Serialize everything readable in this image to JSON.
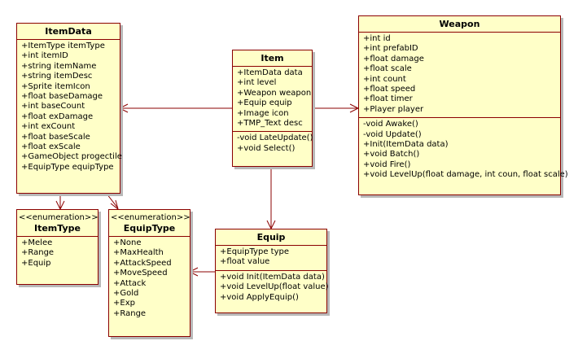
{
  "classes": {
    "itemdata": {
      "name": "ItemData",
      "attributes": [
        "+ItemType itemType",
        "+int itemID",
        "+string itemName",
        "+string itemDesc",
        "+Sprite itemIcon",
        "+float baseDamage",
        "+int baseCount",
        "+float exDamage",
        "+int exCount",
        "+float baseScale",
        "+float exScale",
        "+GameObject progectile",
        "+EquipType equipType"
      ]
    },
    "item": {
      "name": "Item",
      "attributes": [
        "+ItemData data",
        "+int level",
        "+Weapon weapon",
        "+Equip equip",
        "+Image icon",
        "+TMP_Text desc"
      ],
      "operations": [
        "-void LateUpdate()",
        "+void Select()"
      ]
    },
    "weapon": {
      "name": "Weapon",
      "attributes": [
        "+int id",
        "+int prefabID",
        "+float damage",
        "+float scale",
        "+int count",
        "+float speed",
        "+float timer",
        "+Player player"
      ],
      "operations": [
        "-void Awake()",
        "-void Update()",
        "+Init(ItemData data)",
        "+void Batch()",
        "+void Fire()",
        "+void LevelUp(float damage, int coun, float scale)"
      ]
    },
    "itemtype": {
      "stereotype": "<<enumeration>>",
      "name": "ItemType",
      "literals": [
        "+Melee",
        "+Range",
        "+Equip"
      ]
    },
    "equiptype": {
      "stereotype": "<<enumeration>>",
      "name": "EquipType",
      "literals": [
        "+None",
        "+MaxHealth",
        "+AttackSpeed",
        "+MoveSpeed",
        "+Attack",
        "+Gold",
        "+Exp",
        "+Range"
      ]
    },
    "equip": {
      "name": "Equip",
      "attributes": [
        "+EquipType type",
        "+float value"
      ],
      "operations": [
        "+void Init(ItemData data)",
        "+void LevelUp(float value)",
        "+void ApplyEquip()"
      ]
    }
  }
}
